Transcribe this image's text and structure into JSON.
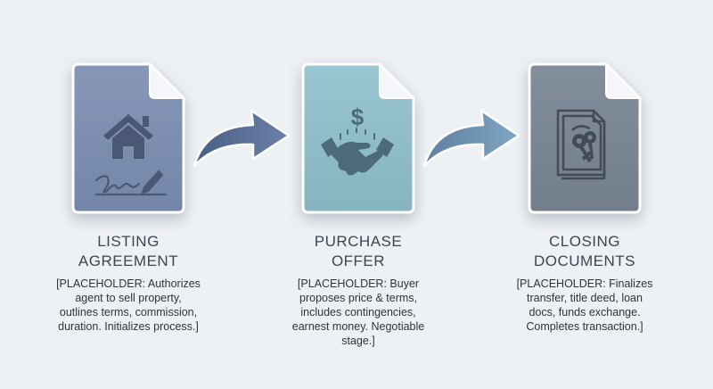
{
  "colors": {
    "background": "#eef1f4",
    "doc1": "#7d8fb1",
    "doc2": "#8fbdc8",
    "doc3": "#7b8694",
    "arrow": "#4c6186"
  },
  "steps": [
    {
      "icon": "house-signature-icon",
      "title_lines": [
        "LISTING",
        "AGREEMENT"
      ],
      "desc_lines": [
        "[PLACEHOLDER: Authorizes",
        "agent to sell property,",
        "outlines terms, commission,",
        "duration. Initializes process.]"
      ]
    },
    {
      "icon": "handshake-dollar-icon",
      "title_lines": [
        "PURCHASE",
        "OFFER"
      ],
      "desc_lines": [
        "[PLACEHOLDER: Buyer",
        "proposes price & terms,",
        "includes contingencies,",
        "earnest money. Negotiable",
        "stage.]"
      ]
    },
    {
      "icon": "document-keys-icon",
      "title_lines": [
        "CLOSING",
        "DOCUMENTS"
      ],
      "desc_lines": [
        "[PLACEHOLDER: Finalizes",
        "transfer, title deed, loan",
        "docs, funds exchange.",
        "Completes transaction.]"
      ]
    }
  ]
}
